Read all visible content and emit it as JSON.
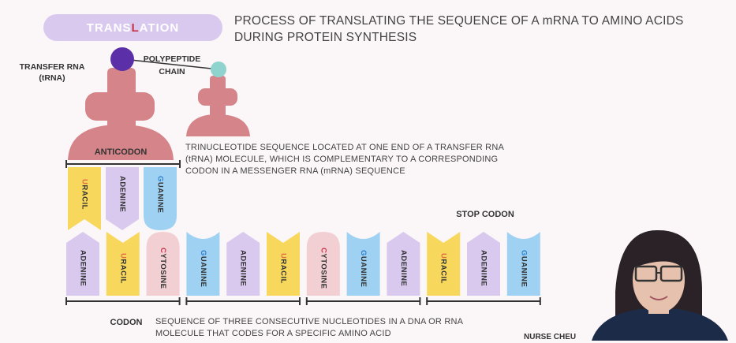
{
  "header": {
    "badge_pre": "TRANS",
    "badge_mid": "L",
    "badge_post": "ATION",
    "title_line1": "PROCESS OF TRANSLATING THE SEQUENCE OF A mRNA  TO AMINO ACIDS",
    "title_line2": "DURING PROTEIN SYNTHESIS"
  },
  "labels": {
    "trna_line1": "TRANSFER RNA",
    "trna_line2": "(tRNA)",
    "poly_line1": "POLYPEPTIDE",
    "poly_line2": "CHAIN",
    "anticodon": "ANTICODON",
    "anticodon_desc1": "TRINUCLEOTIDE SEQUENCE LOCATED AT ONE END OF A TRANSFER RNA",
    "anticodon_desc2": "(tRNA) MOLECULE, WHICH IS COMPLEMENTARY TO A CORRESPONDING",
    "anticodon_desc3": "CODON IN A MESSENGER RNA (mRNA) SEQUENCE",
    "stop_codon": "STOP CODON",
    "codon": "CODON",
    "codon_desc1": "SEQUENCE OF THREE CONSECUTIVE NUCLEOTIDES IN A DNA OR RNA",
    "codon_desc2": "MOLECULE THAT CODES FOR A SPECIFIC AMINO ACID",
    "watermark": "NURSE CHEU"
  },
  "anticodon_bases": [
    {
      "name": "URACIL",
      "first": "U",
      "rest": "RACIL",
      "shape": "notch",
      "color": "#f8d85c",
      "first_color": "#e26d3f"
    },
    {
      "name": "ADENINE",
      "first": "A",
      "rest": "DENINE",
      "shape": "arrow",
      "color": "#d9c9ef",
      "first_color": "#333333"
    },
    {
      "name": "GUANINE",
      "first": "G",
      "rest": "UANINE",
      "shape": "round",
      "color": "#9fd2f2",
      "first_color": "#2f7fd0"
    }
  ],
  "mrna_bases": [
    {
      "name": "ADENINE",
      "first": "A",
      "rest": "DENINE",
      "shape": "arrow",
      "color": "#d9c9ef",
      "first_color": "#333333"
    },
    {
      "name": "URACIL",
      "first": "U",
      "rest": "RACIL",
      "shape": "notch",
      "color": "#f8d85c",
      "first_color": "#e26d3f"
    },
    {
      "name": "CYTOSINE",
      "first": "C",
      "rest": "YTOSINE",
      "shape": "round",
      "color": "#f2cfd3",
      "first_color": "#c9334a"
    },
    {
      "name": "GUANINE",
      "first": "G",
      "rest": "UANINE",
      "shape": "arc",
      "color": "#9fd2f2",
      "first_color": "#2f7fd0"
    },
    {
      "name": "ADENINE",
      "first": "A",
      "rest": "DENINE",
      "shape": "arrow",
      "color": "#d9c9ef",
      "first_color": "#333333"
    },
    {
      "name": "URACIL",
      "first": "U",
      "rest": "RACIL",
      "shape": "notch",
      "color": "#f8d85c",
      "first_color": "#e26d3f"
    },
    {
      "name": "CYTOSINE",
      "first": "C",
      "rest": "YTOSINE",
      "shape": "round",
      "color": "#f2cfd3",
      "first_color": "#c9334a"
    },
    {
      "name": "GUANINE",
      "first": "G",
      "rest": "UANINE",
      "shape": "arc",
      "color": "#9fd2f2",
      "first_color": "#2f7fd0"
    },
    {
      "name": "ADENINE",
      "first": "A",
      "rest": "DENINE",
      "shape": "arrow",
      "color": "#d9c9ef",
      "first_color": "#333333"
    },
    {
      "name": "URACIL",
      "first": "U",
      "rest": "RACIL",
      "shape": "notch",
      "color": "#f8d85c",
      "first_color": "#e26d3f"
    },
    {
      "name": "ADENINE",
      "first": "A",
      "rest": "DENINE",
      "shape": "arrow",
      "color": "#d9c9ef",
      "first_color": "#333333"
    },
    {
      "name": "GUANINE",
      "first": "G",
      "rest": "UANINE",
      "shape": "arc",
      "color": "#9fd2f2",
      "first_color": "#2f7fd0"
    }
  ],
  "colors": {
    "trna": "#d5858a",
    "amino_acid_1": "#5b2fa8",
    "amino_acid_2": "#8fd3cf",
    "badge": "#d9c9ef",
    "bracket": "#333333"
  }
}
